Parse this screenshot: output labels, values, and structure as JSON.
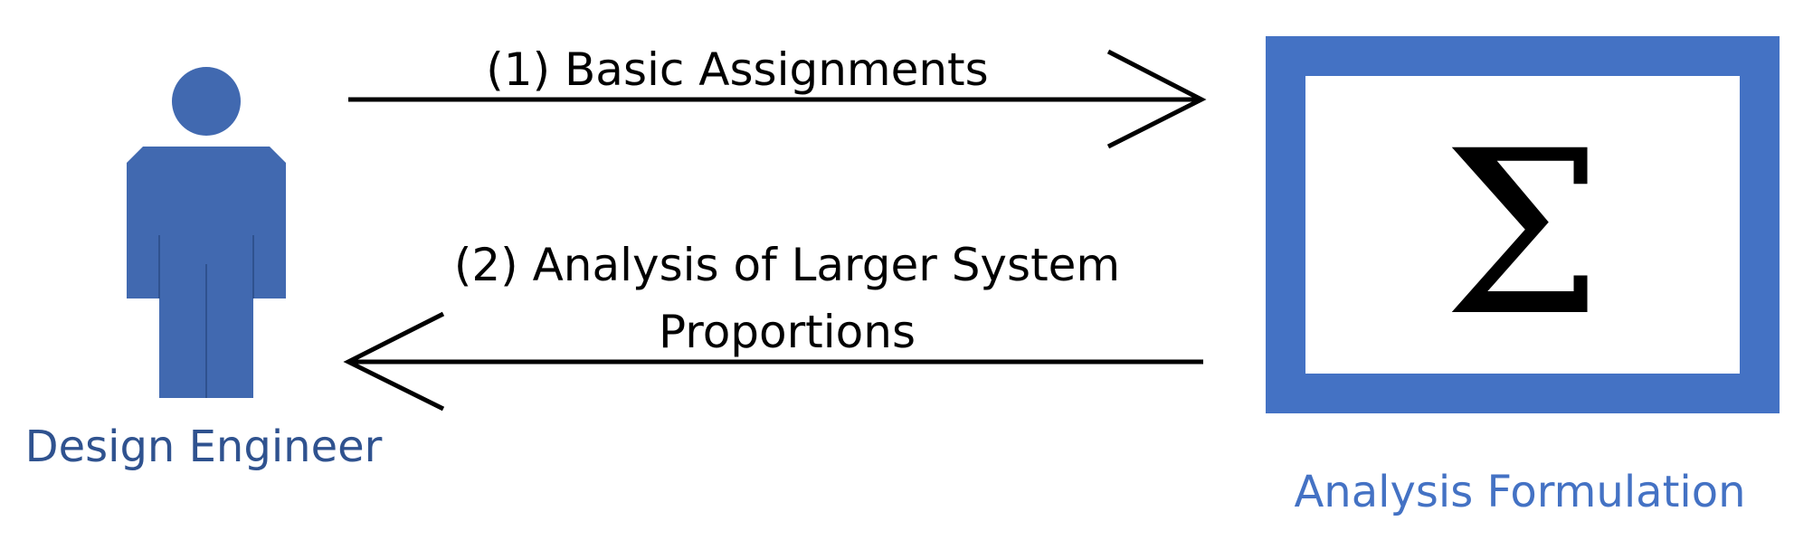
{
  "person": {
    "label": "Design Engineer",
    "color": "#2f528f",
    "fill": "#4169b0"
  },
  "analysis_box": {
    "label": "Analysis Formulation",
    "symbol": "Σ",
    "border_color": "#4472c4",
    "label_color": "#4472c4"
  },
  "arrows": [
    {
      "label_lines": [
        "(1) Basic Assignments"
      ],
      "direction": "right"
    },
    {
      "label_lines": [
        "(2) Analysis of Larger System",
        "Proportions"
      ],
      "direction": "left"
    }
  ]
}
